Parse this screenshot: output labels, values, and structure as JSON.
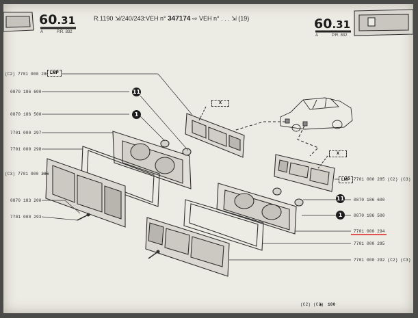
{
  "header": {
    "left_section": "60",
    "left_section_decimal": ".31",
    "left_sub": "A",
    "left_pr": "P.R. 832",
    "right_section": "60",
    "right_section_decimal": ".31",
    "right_sub": "A",
    "right_pr": "P.R. 832",
    "ref_line_a": "R.1190",
    "ref_line_b": "/240/243:VEH n°",
    "ref_number": "347174",
    "ref_arrow": "⇨",
    "ref_line_c": "VEH n° . . .",
    "ref_line_d": "(19)"
  },
  "left_refs": [
    "(C2) 7701 000 286",
    "0870 186 600",
    "0870 186 500",
    "7701 000 297",
    "7701 000 298",
    "(C3) 7701 000 296",
    "0870 183 200",
    "7701 000 293"
  ],
  "right_refs": [
    "7701 000 285 (C2) (C3)",
    "0870 186 600",
    "0870 186 500",
    "7701 000 294",
    "7701 000 295",
    "7701 000 292 (C2) (C3)"
  ],
  "badges": {
    "lmp_top": "LMP",
    "lmp_right": "LMP",
    "x_top": "X",
    "x_right": "X"
  },
  "circles": {
    "c1": "11",
    "c2": "1",
    "c3": "11",
    "c4": "1"
  },
  "footer": {
    "codes": "(C2) (C3)",
    "page_number": "100"
  },
  "colors": {
    "paper": "#ecebe4",
    "ink": "#2a2a2a",
    "highlight_underline": "#e02020"
  }
}
